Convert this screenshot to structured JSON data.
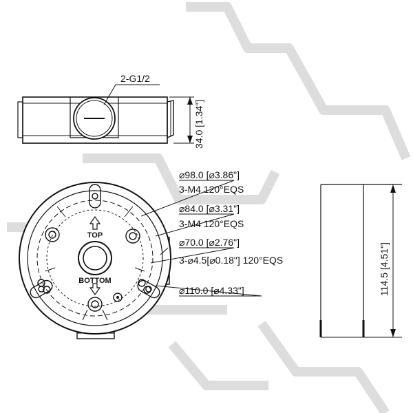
{
  "side_view": {
    "thread_label": "2-G1/2",
    "height_label": "34.0 [1.34\"]"
  },
  "top_view": {
    "top_marker": "TOP",
    "bottom_marker": "BOTTOM"
  },
  "callouts": {
    "d98": "⌀98.0 [⌀3.86\"]",
    "m4_a": "3-M4 120°EQS",
    "d84": "⌀84.0 [⌀3.31\"]",
    "m4_b": "3-M4 120°EQS",
    "d70": "⌀70.0 [⌀2.76\"]",
    "holes": "3-⌀4.5[⌀0.18\"] 120°EQS",
    "d110": "⌀110.0 [⌀4.33\"]"
  },
  "pole_view": {
    "height_label": "114.5 [4.51\"]"
  },
  "colors": {
    "line": "#111111",
    "watermark": "#dcdcdc"
  }
}
